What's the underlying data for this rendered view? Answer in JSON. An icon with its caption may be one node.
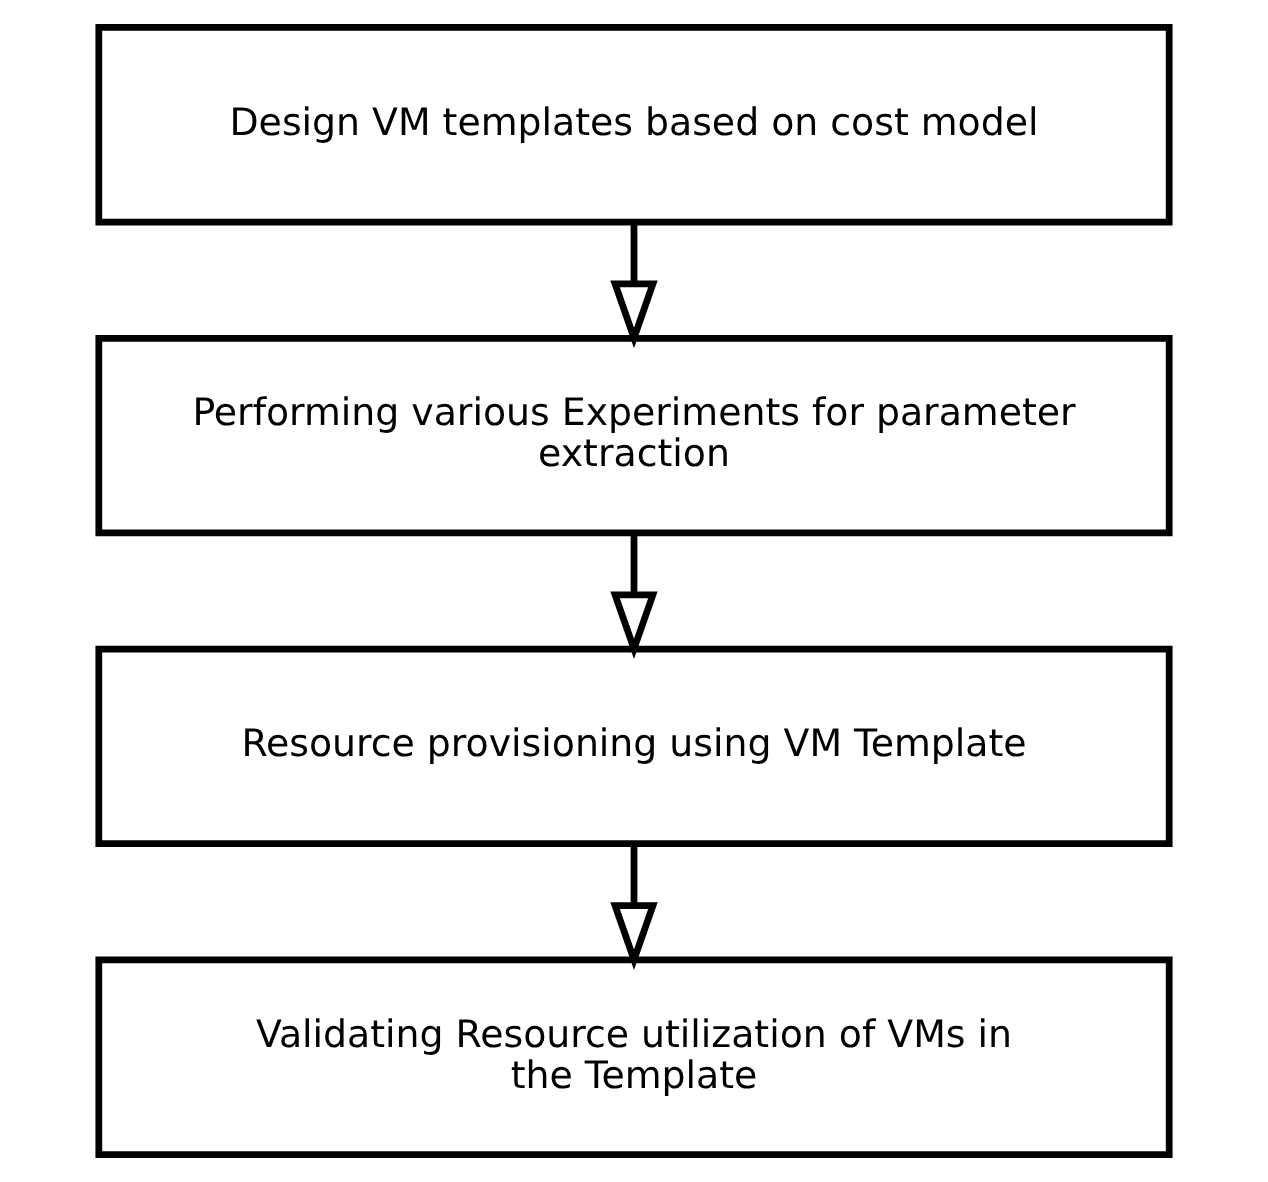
{
  "diagram": {
    "nodes": [
      {
        "text": [
          "Design VM templates based on cost model"
        ]
      },
      {
        "text": [
          "Performing various Experiments for parameter extraction"
        ]
      },
      {
        "text": [
          "Resource provisioning using VM Template"
        ]
      },
      {
        "text": [
          "Validating Resource utilization of VMs in the Template"
        ]
      }
    ],
    "edges": [
      {
        "from": 0,
        "to": 1,
        "arrow": "to"
      },
      {
        "from": 1,
        "to": 2,
        "arrow": "to"
      },
      {
        "from": 2,
        "to": 3,
        "arrow": "to"
      }
    ]
  }
}
